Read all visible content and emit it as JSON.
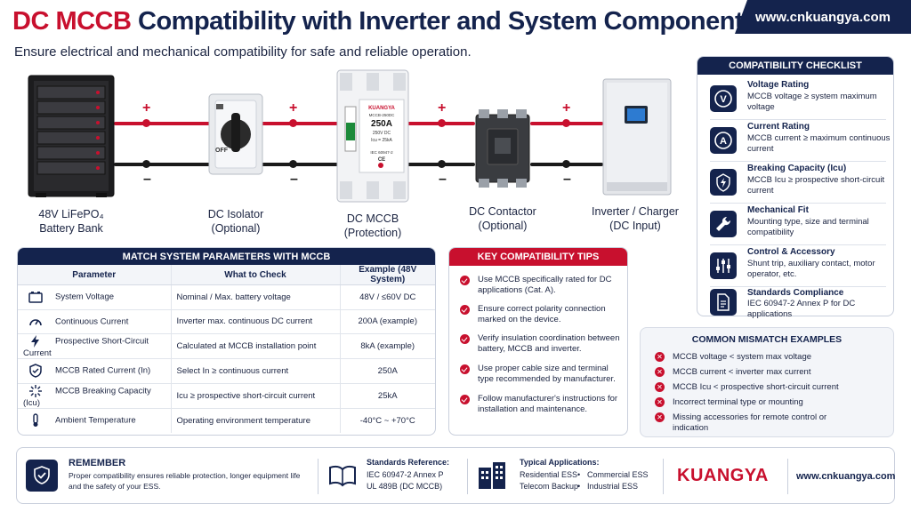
{
  "header": {
    "title_accent": "DC MCCB",
    "title_rest": "Compatibility with Inverter and System Components",
    "subtitle": "Ensure electrical and mechanical compatibility for safe and reliable operation.",
    "url": "www.cnkuangya.com"
  },
  "diagram": {
    "plus": "+",
    "minus": "–",
    "components": [
      {
        "label": "48V LiFePO₄",
        "sub": "Battery Bank"
      },
      {
        "label": "DC Isolator",
        "sub": "(Optional)"
      },
      {
        "label": "DC MCCB",
        "sub": "(Protection)"
      },
      {
        "label": "DC Contactor",
        "sub": "(Optional)"
      },
      {
        "label": "Inverter / Charger",
        "sub": "(DC Input)"
      }
    ],
    "mccb_face": {
      "brand": "KUANGYA",
      "model": "MCCB-250DC",
      "rating": "250A",
      "volt": "250V DC",
      "icu": "Icu = 25kA",
      "std": "IEC 60947-2",
      "logo": "CE"
    },
    "isolator_off": "OFF",
    "colors": {
      "positive": "#c8102e",
      "negative": "#1a1a1a"
    }
  },
  "checklist": {
    "title": "COMPATIBILITY CHECKLIST",
    "items": [
      {
        "icon": "voltage-icon",
        "glyph": "V",
        "title": "Voltage Rating",
        "desc": "MCCB voltage ≥ system maximum voltage"
      },
      {
        "icon": "current-icon",
        "glyph": "A",
        "title": "Current Rating",
        "desc": "MCCB current ≥ maximum continuous current"
      },
      {
        "icon": "lightning-icon",
        "glyph": "",
        "title": "Breaking Capacity (Icu)",
        "desc": "MCCB Icu ≥ prospective short-circuit current"
      },
      {
        "icon": "wrench-icon",
        "glyph": "",
        "title": "Mechanical Fit",
        "desc": "Mounting type, size and terminal compatibility"
      },
      {
        "icon": "sliders-icon",
        "glyph": "",
        "title": "Control & Accessory",
        "desc": "Shunt trip, auxiliary contact, motor operator, etc."
      },
      {
        "icon": "document-icon",
        "glyph": "",
        "title": "Standards Compliance",
        "desc": "IEC 60947-2 Annex P for DC applications"
      }
    ]
  },
  "params": {
    "title": "MATCH SYSTEM PARAMETERS WITH MCCB",
    "headers": [
      "Parameter",
      "What to Check",
      "Example (48V System)"
    ],
    "rows": [
      {
        "icon": "battery-icon",
        "param": "System Voltage",
        "check": "Nominal / Max. battery voltage",
        "example": "48V / ≤60V DC"
      },
      {
        "icon": "gauge-icon",
        "param": "Continuous Current",
        "check": "Inverter max. continuous DC current",
        "example": "200A (example)"
      },
      {
        "icon": "bolt-icon",
        "param": "Prospective Short-Circuit Current",
        "check": "Calculated at MCCB installation point",
        "example": "8kA (example)"
      },
      {
        "icon": "shield-check-icon",
        "param": "MCCB Rated Current (In)",
        "check": "Select In ≥ continuous current",
        "example": "250A"
      },
      {
        "icon": "spark-icon",
        "param": "MCCB Breaking Capacity (Icu)",
        "check": "Icu ≥ prospective short-circuit current",
        "example": "25kA"
      },
      {
        "icon": "thermometer-icon",
        "param": "Ambient Temperature",
        "check": "Operating environment temperature",
        "example": "-40°C ~ +70°C"
      }
    ]
  },
  "tips": {
    "title": "KEY COMPATIBILITY TIPS",
    "items": [
      "Use MCCB specifically rated for DC applications (Cat. A).",
      "Ensure correct polarity connection marked on the device.",
      "Verify insulation coordination between battery, MCCB and inverter.",
      "Use proper cable size and terminal type recommended by manufacturer.",
      "Follow manufacturer's instructions for installation and maintenance."
    ]
  },
  "mismatch": {
    "title": "COMMON MISMATCH EXAMPLES",
    "mark": "✕",
    "items": [
      "MCCB voltage < system max voltage",
      "MCCB current < inverter max current",
      "MCCB Icu < prospective short-circuit current",
      "Incorrect terminal type or mounting",
      "Missing accessories for remote control or indication"
    ]
  },
  "footer": {
    "remember_title": "REMEMBER",
    "remember_text": "Proper compatibility ensures reliable protection, longer equipment life and the safety of your ESS.",
    "std_title": "Standards Reference:",
    "std_1": "IEC 60947-2 Annex P",
    "std_2": "UL 489B (DC MCCB)",
    "app_title": "Typical Applications:",
    "app_1": "Residential ESS",
    "app_2": "Commercial ESS",
    "app_3": "Telecom Backup",
    "app_4": "Industrial ESS",
    "bullet": "•",
    "brand": "KUANGYA",
    "url": "www.cnkuangya.com"
  }
}
